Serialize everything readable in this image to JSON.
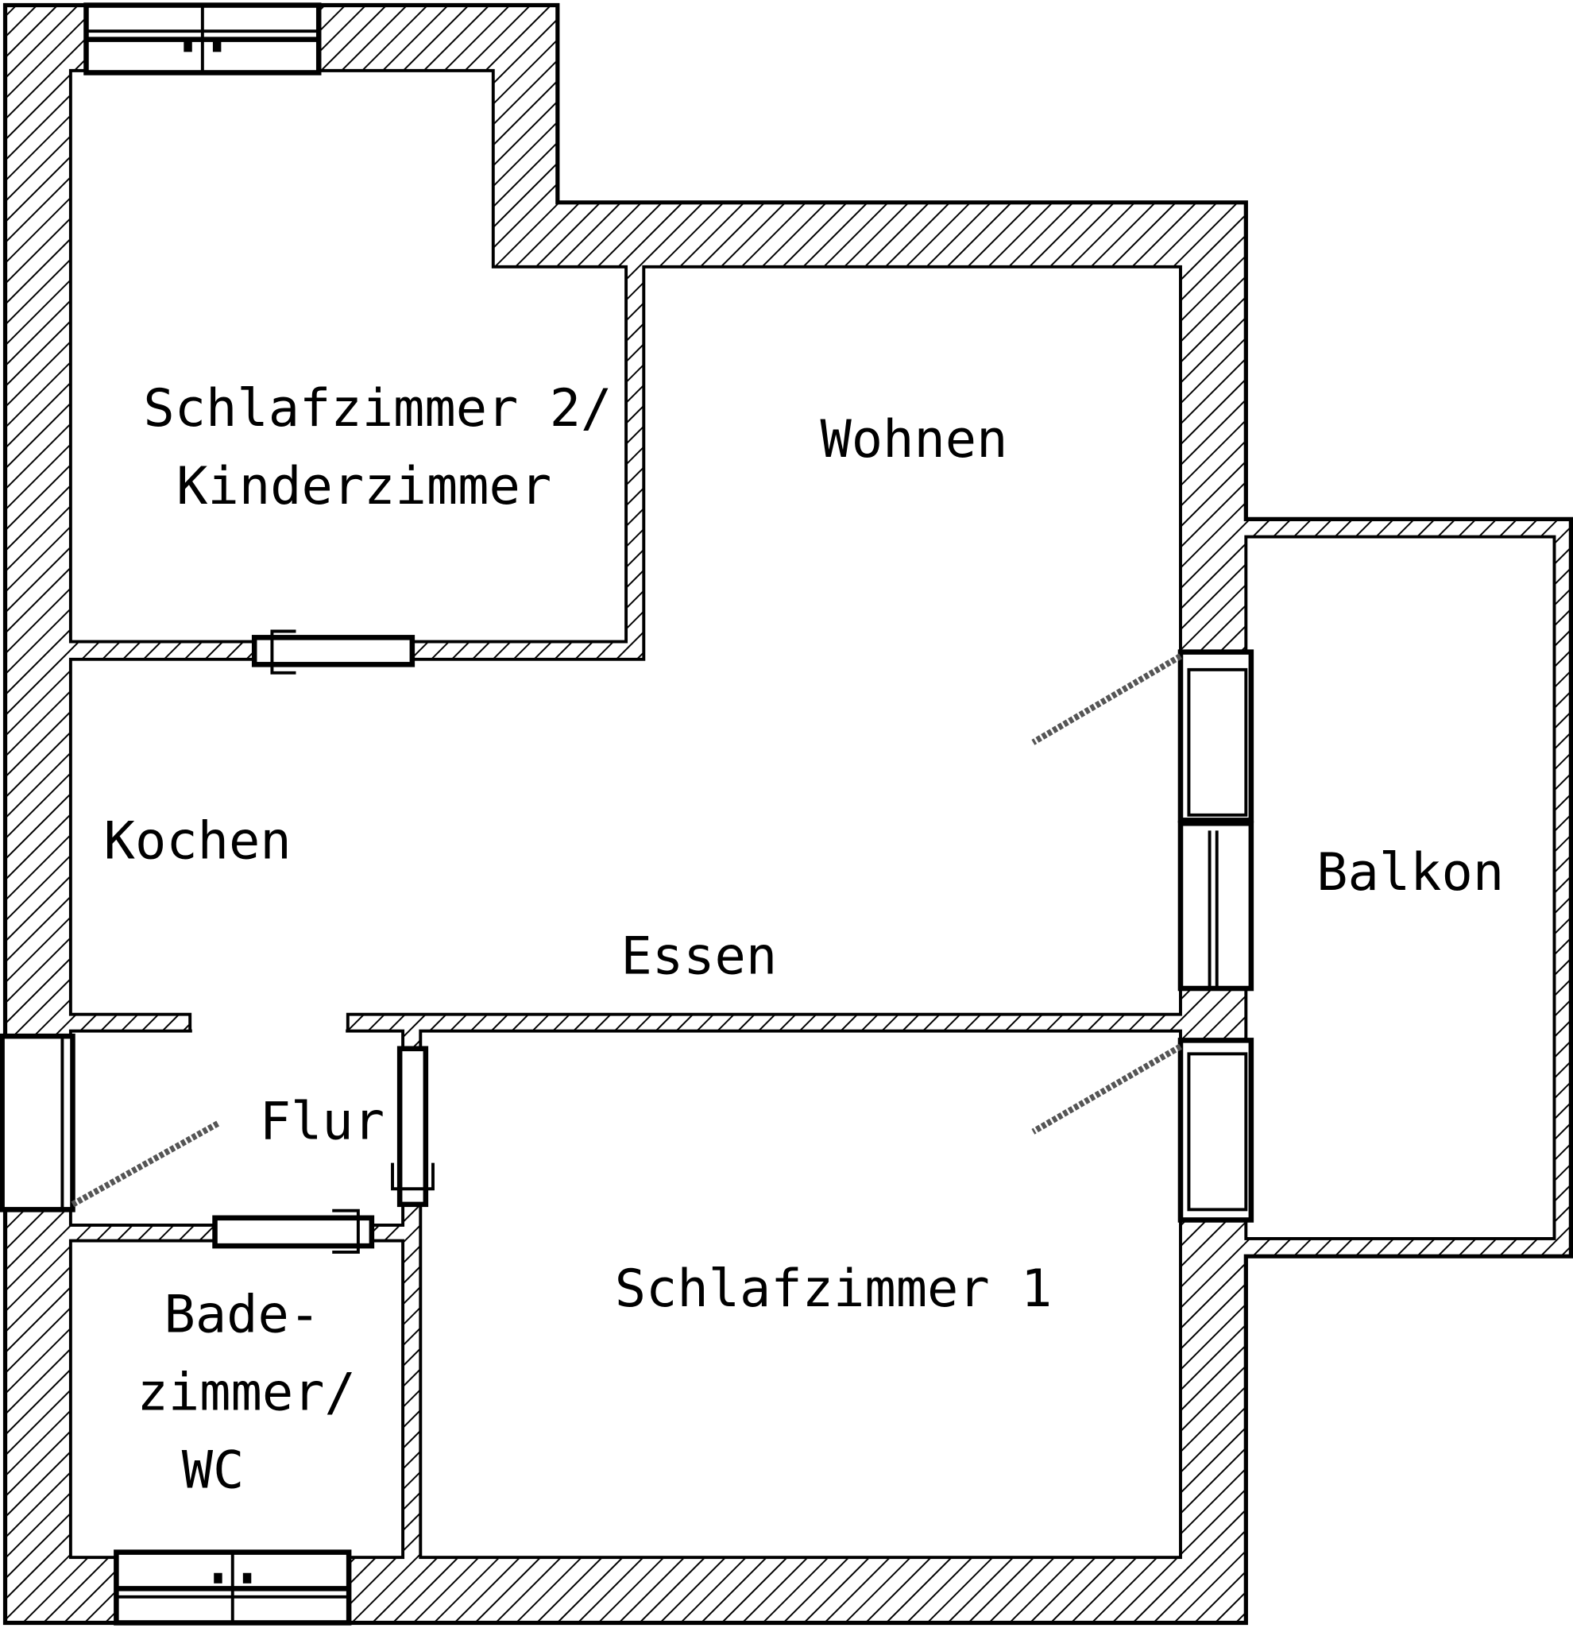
{
  "rooms": {
    "bedroom2_line1": "Schlafzimmer 2/",
    "bedroom2_line2": "Kinderzimmer",
    "living": "Wohnen",
    "kitchen": "Kochen",
    "dining": "Essen",
    "balcony": "Balkon",
    "hallway": "Flur",
    "bath_line1": "Bade-",
    "bath_line2": "zimmer/",
    "bath_line3": "WC",
    "bedroom1": "Schlafzimmer 1"
  },
  "colors": {
    "wall_hatch": "#000000",
    "background": "#ffffff"
  }
}
